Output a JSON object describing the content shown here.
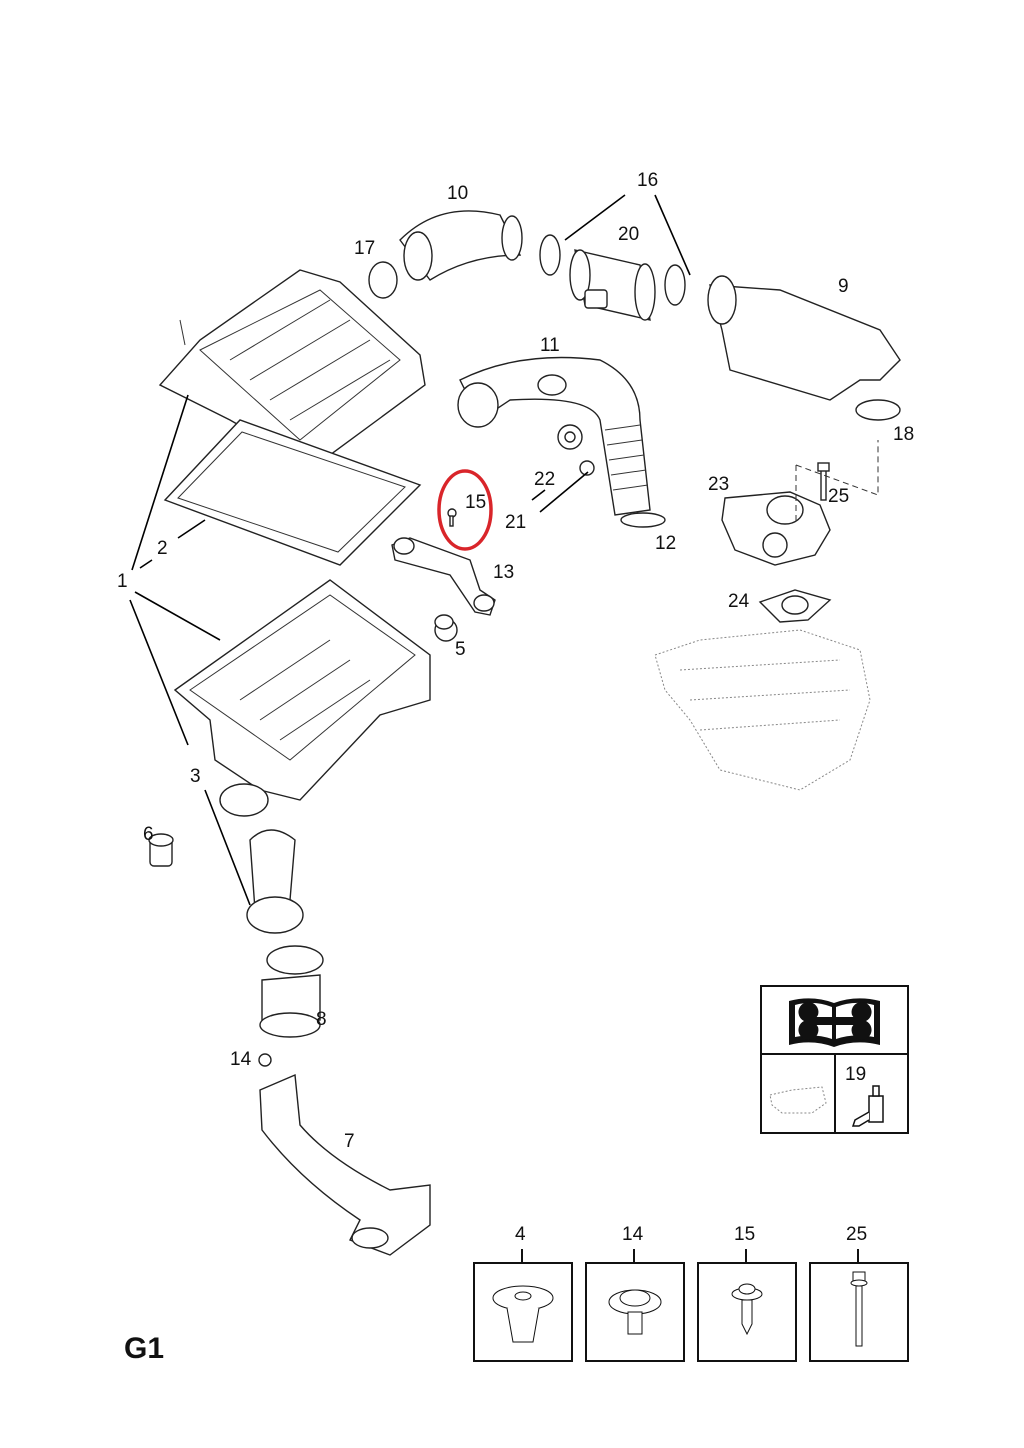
{
  "page": {
    "code": "G1"
  },
  "callouts": [
    {
      "id": "1",
      "text": "1"
    },
    {
      "id": "2",
      "text": "2"
    },
    {
      "id": "3",
      "text": "3"
    },
    {
      "id": "5",
      "text": "5"
    },
    {
      "id": "6",
      "text": "6"
    },
    {
      "id": "7",
      "text": "7"
    },
    {
      "id": "8",
      "text": "8"
    },
    {
      "id": "9",
      "text": "9"
    },
    {
      "id": "10",
      "text": "10"
    },
    {
      "id": "11",
      "text": "11"
    },
    {
      "id": "12",
      "text": "12"
    },
    {
      "id": "13",
      "text": "13"
    },
    {
      "id": "14",
      "text": "14"
    },
    {
      "id": "15",
      "text": "15"
    },
    {
      "id": "16",
      "text": "16"
    },
    {
      "id": "17",
      "text": "17"
    },
    {
      "id": "18",
      "text": "18"
    },
    {
      "id": "20",
      "text": "20"
    },
    {
      "id": "21",
      "text": "21"
    },
    {
      "id": "22",
      "text": "22"
    },
    {
      "id": "23",
      "text": "23"
    },
    {
      "id": "24",
      "text": "24"
    },
    {
      "id": "25",
      "text": "25"
    }
  ],
  "highlight": {
    "part": "15",
    "color": "#d9252a"
  },
  "info_panel": {
    "book_icon": "service-manual-wrench-icon",
    "item_label": "19",
    "item_icon": "sealant-bottle-icon"
  },
  "fastener_boxes": [
    {
      "label": "4",
      "icon": "clip-nut-icon"
    },
    {
      "label": "14",
      "icon": "torx-washer-screw-icon"
    },
    {
      "label": "15",
      "icon": "self-tapping-screw-icon"
    },
    {
      "label": "25",
      "icon": "hex-flange-bolt-icon"
    }
  ]
}
